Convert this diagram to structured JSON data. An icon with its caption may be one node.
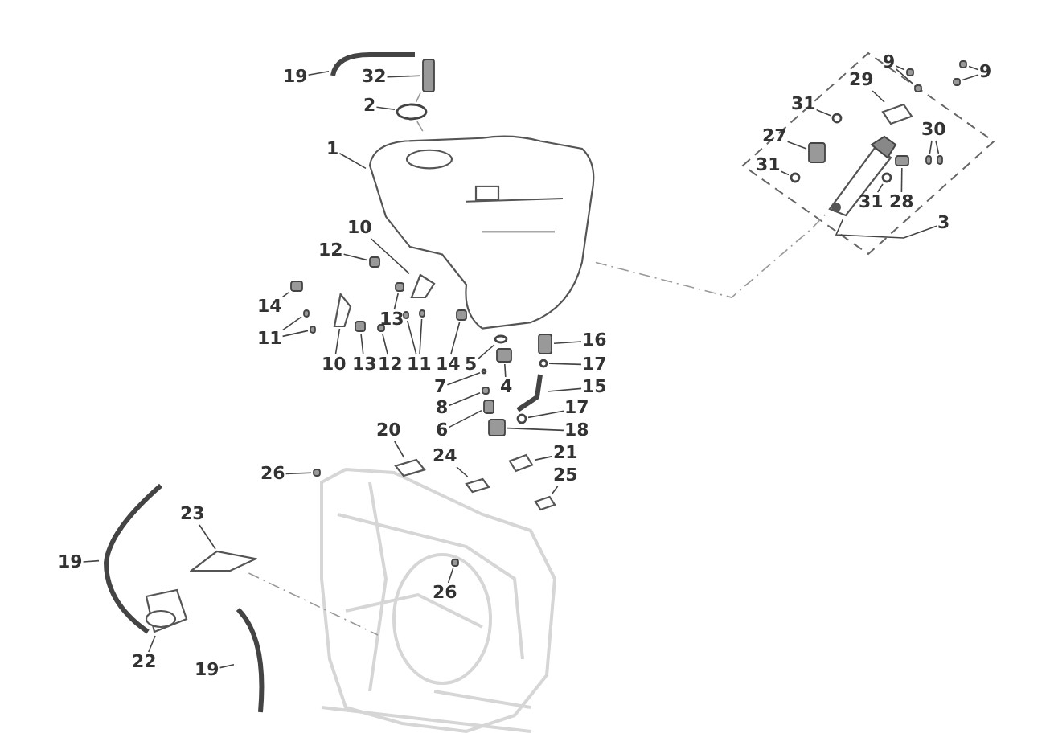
{
  "diagram": {
    "nodes": [
      {
        "text": [
          "19"
        ]
      },
      {
        "text": [
          "32"
        ]
      },
      {
        "text": [
          "2"
        ]
      },
      {
        "text": [
          "9"
        ]
      },
      {
        "text": [
          "9"
        ]
      },
      {
        "text": [
          "29"
        ]
      },
      {
        "text": [
          "31"
        ]
      },
      {
        "text": [
          "30"
        ]
      },
      {
        "text": [
          "27"
        ]
      },
      {
        "text": [
          "1"
        ]
      },
      {
        "text": [
          "31"
        ]
      },
      {
        "text": [
          "31"
        ]
      },
      {
        "text": [
          "28"
        ]
      },
      {
        "text": [
          "3"
        ]
      },
      {
        "text": [
          "10"
        ]
      },
      {
        "text": [
          "12"
        ]
      },
      {
        "text": [
          "13"
        ]
      },
      {
        "text": [
          "14"
        ]
      },
      {
        "text": [
          "11"
        ]
      },
      {
        "text": [
          "10"
        ]
      },
      {
        "text": [
          "13"
        ]
      },
      {
        "text": [
          "12"
        ]
      },
      {
        "text": [
          "11"
        ]
      },
      {
        "text": [
          "14"
        ]
      },
      {
        "text": [
          "5"
        ]
      },
      {
        "text": [
          "16"
        ]
      },
      {
        "text": [
          "17"
        ]
      },
      {
        "text": [
          "7"
        ]
      },
      {
        "text": [
          "4"
        ]
      },
      {
        "text": [
          "15"
        ]
      },
      {
        "text": [
          "8"
        ]
      },
      {
        "text": [
          "17"
        ]
      },
      {
        "text": [
          "6"
        ]
      },
      {
        "text": [
          "18"
        ]
      },
      {
        "text": [
          "20"
        ]
      },
      {
        "text": [
          "24"
        ]
      },
      {
        "text": [
          "21"
        ]
      },
      {
        "text": [
          "26"
        ]
      },
      {
        "text": [
          "25"
        ]
      },
      {
        "text": [
          "23"
        ]
      },
      {
        "text": [
          "19"
        ]
      },
      {
        "text": [
          "26"
        ]
      },
      {
        "text": [
          "22"
        ]
      },
      {
        "text": [
          "19"
        ]
      },
      {
        "text": [],
        "shape": "picture"
      },
      {
        "text": [],
        "shape": "box"
      },
      {
        "text": [],
        "shape": "circle"
      },
      {
        "text": [],
        "shape": "box"
      },
      {
        "text": [],
        "shape": "box"
      },
      {
        "text": [],
        "shape": "box"
      },
      {
        "text": [],
        "shape": "box"
      },
      {
        "text": [],
        "shape": "picture"
      },
      {
        "text": [],
        "shape": "circle"
      },
      {
        "text": [],
        "shape": "box"
      },
      {
        "text": [],
        "shape": "box"
      },
      {
        "text": [],
        "shape": "box"
      },
      {
        "text": [],
        "shape": "picture"
      },
      {
        "text": [],
        "shape": "circle"
      },
      {
        "text": [],
        "shape": "circle"
      },
      {
        "text": [],
        "shape": "box"
      },
      {
        "text": [],
        "shape": "picture"
      },
      {
        "text": [],
        "shape": "picture"
      },
      {
        "text": [],
        "shape": "box"
      },
      {
        "text": [],
        "shape": "box"
      },
      {
        "text": [],
        "shape": "box"
      },
      {
        "text": [],
        "shape": "box"
      },
      {
        "text": [],
        "shape": "box"
      },
      {
        "text": [],
        "shape": "picture"
      },
      {
        "text": [],
        "shape": "box"
      },
      {
        "text": [],
        "shape": "box"
      },
      {
        "text": [],
        "shape": "box"
      },
      {
        "text": [],
        "shape": "box"
      },
      {
        "text": [],
        "shape": "box"
      },
      {
        "text": [],
        "shape": "circle"
      },
      {
        "text": [],
        "shape": "box"
      },
      {
        "text": [],
        "shape": "circle"
      },
      {
        "text": [],
        "shape": "circle"
      },
      {
        "text": [],
        "shape": "box"
      },
      {
        "text": [],
        "shape": "picture"
      },
      {
        "text": [],
        "shape": "box"
      },
      {
        "text": [],
        "shape": "circle"
      },
      {
        "text": [],
        "shape": "box"
      },
      {
        "text": [],
        "shape": "box"
      },
      {
        "text": [],
        "shape": "picture"
      },
      {
        "text": [],
        "shape": "picture"
      },
      {
        "text": [],
        "shape": "picture"
      },
      {
        "text": [],
        "shape": "box"
      },
      {
        "text": [],
        "shape": "picture"
      },
      {
        "text": [],
        "shape": "picture"
      },
      {
        "text": [],
        "shape": "picture"
      },
      {
        "text": [],
        "shape": "box"
      },
      {
        "text": [],
        "shape": "picture"
      },
      {
        "text": [],
        "shape": "picture"
      }
    ],
    "edges": [
      {
        "from": 0,
        "to": 44,
        "arrow": "none"
      },
      {
        "from": 1,
        "to": 45,
        "arrow": "none"
      },
      {
        "from": 2,
        "to": 46,
        "arrow": "none"
      },
      {
        "from": 3,
        "to": 47,
        "arrow": "none"
      },
      {
        "from": 3,
        "to": 48,
        "arrow": "none"
      },
      {
        "from": 4,
        "to": 49,
        "arrow": "none"
      },
      {
        "from": 4,
        "to": 50,
        "arrow": "none"
      },
      {
        "from": 5,
        "to": 51,
        "arrow": "none"
      },
      {
        "from": 6,
        "to": 52,
        "arrow": "none"
      },
      {
        "from": 7,
        "to": 53,
        "arrow": "none"
      },
      {
        "from": 7,
        "to": 54,
        "arrow": "none"
      },
      {
        "from": 8,
        "to": 55,
        "arrow": "none"
      },
      {
        "from": 9,
        "to": 56,
        "arrow": "none"
      },
      {
        "from": 10,
        "to": 57,
        "arrow": "none"
      },
      {
        "from": 11,
        "to": 58,
        "arrow": "none"
      },
      {
        "from": 12,
        "to": 59,
        "arrow": "none"
      },
      {
        "from": 13,
        "to": 60,
        "arrow": "none"
      },
      {
        "from": 14,
        "to": 61,
        "arrow": "none"
      },
      {
        "from": 15,
        "to": 62,
        "arrow": "none"
      },
      {
        "from": 16,
        "to": 63,
        "arrow": "none"
      },
      {
        "from": 17,
        "to": 64,
        "arrow": "none"
      },
      {
        "from": 18,
        "to": 65,
        "arrow": "none"
      },
      {
        "from": 18,
        "to": 66,
        "arrow": "none"
      },
      {
        "from": 19,
        "to": 67,
        "arrow": "none"
      },
      {
        "from": 20,
        "to": 68,
        "arrow": "none"
      },
      {
        "from": 21,
        "to": 69,
        "arrow": "none"
      },
      {
        "from": 22,
        "to": 70,
        "arrow": "none"
      },
      {
        "from": 22,
        "to": 71,
        "arrow": "none"
      },
      {
        "from": 23,
        "to": 72,
        "arrow": "none"
      },
      {
        "from": 24,
        "to": 73,
        "arrow": "none"
      },
      {
        "from": 25,
        "to": 74,
        "arrow": "none"
      },
      {
        "from": 26,
        "to": 75,
        "arrow": "none"
      },
      {
        "from": 27,
        "to": 76,
        "arrow": "none"
      },
      {
        "from": 28,
        "to": 77,
        "arrow": "none"
      },
      {
        "from": 29,
        "to": 78,
        "arrow": "none"
      },
      {
        "from": 30,
        "to": 79,
        "arrow": "none"
      },
      {
        "from": 31,
        "to": 80,
        "arrow": "none"
      },
      {
        "from": 32,
        "to": 81,
        "arrow": "none"
      },
      {
        "from": 33,
        "to": 82,
        "arrow": "none"
      },
      {
        "from": 34,
        "to": 83,
        "arrow": "none"
      },
      {
        "from": 35,
        "to": 84,
        "arrow": "none"
      },
      {
        "from": 36,
        "to": 85,
        "arrow": "none"
      },
      {
        "from": 37,
        "to": 86,
        "arrow": "none"
      },
      {
        "from": 38,
        "to": 87,
        "arrow": "none"
      },
      {
        "from": 39,
        "to": 88,
        "arrow": "none"
      },
      {
        "from": 40,
        "to": 89,
        "arrow": "none"
      },
      {
        "from": 41,
        "to": 90,
        "arrow": "none"
      },
      {
        "from": 42,
        "to": 91,
        "arrow": "none"
      },
      {
        "from": 43,
        "to": 92,
        "arrow": "none"
      },
      {
        "from": 45,
        "to": 46,
        "arrow": "none",
        "style": "dashed"
      },
      {
        "from": 46,
        "to": 56,
        "arrow": "none",
        "style": "dashed"
      },
      {
        "from": 56,
        "to": 60,
        "arrow": "none",
        "style": "dashed"
      },
      {
        "from": 88,
        "to": null,
        "arrow": "none",
        "style": "dashed"
      }
    ]
  }
}
